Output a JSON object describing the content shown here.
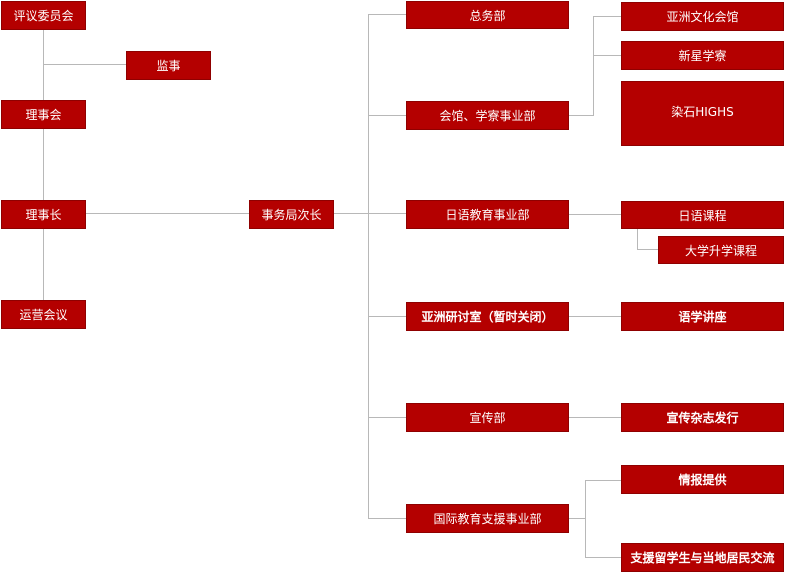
{
  "colors": {
    "node_fill": "#b40000",
    "connector": "#b8b8b8",
    "text": "#ffffff"
  },
  "left": {
    "review_committee": "评议委员会",
    "supervisor": "监事",
    "board": "理事会",
    "chairman": "理事长",
    "operations_meeting": "运营会议"
  },
  "center": {
    "deputy_director": "事务局次长"
  },
  "departments": {
    "general_affairs": "总务部",
    "halls_dorms": "会馆、学寮事业部",
    "japanese_education": "日语教育事业部",
    "asia_research": "亚洲研讨室（暂时关闭）",
    "publicity": "宣传部",
    "intl_education_support": "国际教育支援事业部"
  },
  "sub_units": {
    "asia_culture_hall": "亚洲文化会馆",
    "xinxing_dorm": "新星学寮",
    "ranshi_highs": "染石HIGHS",
    "japanese_course": "日语课程",
    "university_prep_course": "大学升学课程",
    "language_lecture": "语学讲座",
    "magazine_publishing": "宣传杂志发行",
    "info_provision": "情报提供",
    "support_students_residents": "支援留学生与当地居民交流"
  }
}
